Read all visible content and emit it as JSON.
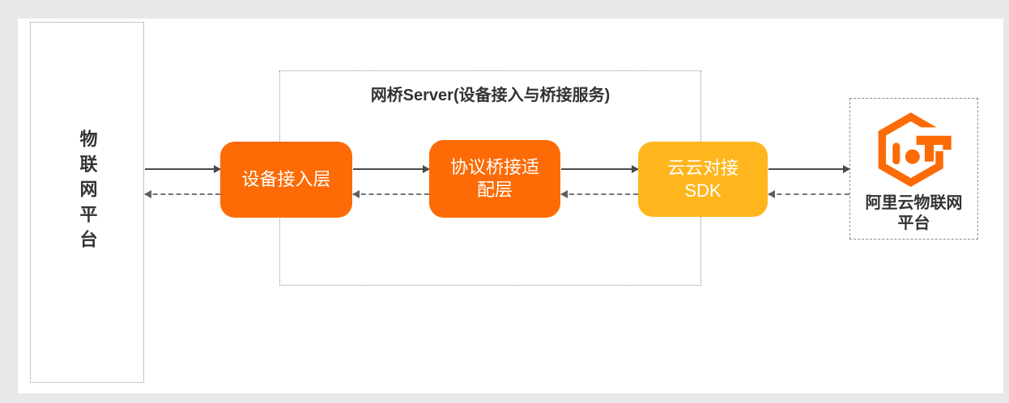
{
  "diagram": {
    "left_platform": {
      "label": "物联网平台"
    },
    "bridge_server": {
      "title": "网桥Server(设备接入与桥接服务)"
    },
    "nodes": {
      "device_access": {
        "label": "设备接入层"
      },
      "protocol_bridge": {
        "line1": "协议桥接适",
        "line2": "配层"
      },
      "cloud_sdk": {
        "line1": "云云对接",
        "line2": "SDK"
      }
    },
    "aliyun": {
      "line1": "阿里云物联网",
      "line2": "平台",
      "icon": "aliyun-iot-logo"
    },
    "colors": {
      "orange_node": "#FC6B05",
      "yellow_node": "#FFB61E",
      "solid_arrow": "#4A4A4A",
      "dashed_arrow": "#757575",
      "text_dark": "#333333",
      "dotted_border": "#8F8F8F",
      "page_bg": "#E8E8E8",
      "panel_bg": "#FFFFFF"
    }
  }
}
